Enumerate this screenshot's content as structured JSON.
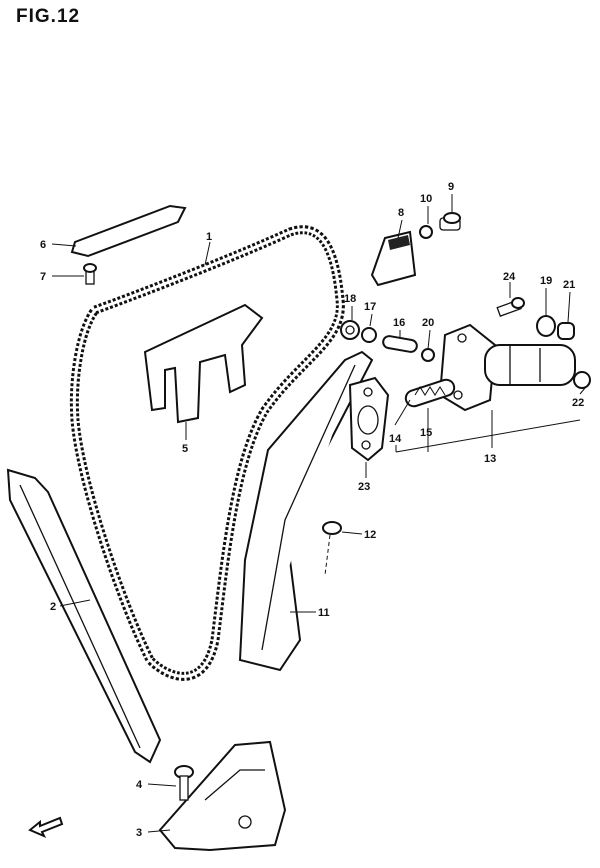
{
  "figure": {
    "title": "FIG.12"
  },
  "callouts": [
    {
      "id": "c1",
      "label": "1"
    },
    {
      "id": "c2",
      "label": "2"
    },
    {
      "id": "c3",
      "label": "3"
    },
    {
      "id": "c4",
      "label": "4"
    },
    {
      "id": "c5",
      "label": "5"
    },
    {
      "id": "c6",
      "label": "6"
    },
    {
      "id": "c7",
      "label": "7"
    },
    {
      "id": "c8",
      "label": "8"
    },
    {
      "id": "c9",
      "label": "9"
    },
    {
      "id": "c10",
      "label": "10"
    },
    {
      "id": "c11",
      "label": "11"
    },
    {
      "id": "c12",
      "label": "12"
    },
    {
      "id": "c13",
      "label": "13"
    },
    {
      "id": "c14",
      "label": "14"
    },
    {
      "id": "c15",
      "label": "15"
    },
    {
      "id": "c16",
      "label": "16"
    },
    {
      "id": "c17",
      "label": "17"
    },
    {
      "id": "c18",
      "label": "18"
    },
    {
      "id": "c19",
      "label": "19"
    },
    {
      "id": "c20",
      "label": "20"
    },
    {
      "id": "c21",
      "label": "21"
    },
    {
      "id": "c22",
      "label": "22"
    },
    {
      "id": "c23",
      "label": "23"
    },
    {
      "id": "c24",
      "label": "24"
    }
  ]
}
